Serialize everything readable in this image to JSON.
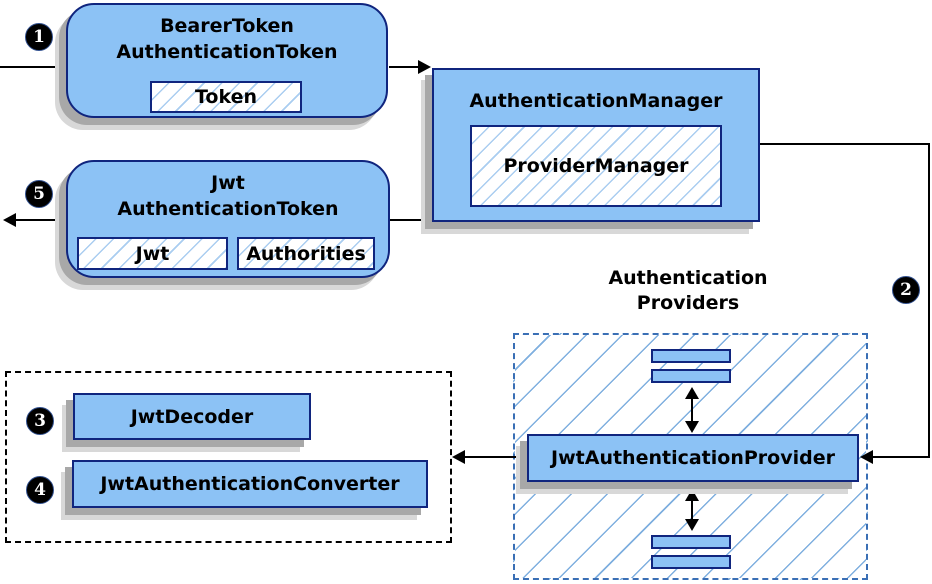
{
  "nodes": {
    "bearer_token": {
      "line1": "BearerToken",
      "line2": "AuthenticationToken",
      "field": "Token"
    },
    "auth_manager": {
      "title": "AuthenticationManager",
      "field": "ProviderManager"
    },
    "jwt_token": {
      "line1": "Jwt",
      "line2": "AuthenticationToken",
      "field1": "Jwt",
      "field2": "Authorities"
    },
    "providers_group": {
      "label_line1": "Authentication",
      "label_line2": "Providers"
    },
    "jwt_provider": {
      "title": "JwtAuthenticationProvider"
    },
    "jwt_decoder": {
      "title": "JwtDecoder"
    },
    "jwt_converter": {
      "title": "JwtAuthenticationConverter"
    }
  },
  "steps": {
    "one": "1",
    "two": "2",
    "three": "3",
    "four": "4",
    "five": "5"
  },
  "colors": {
    "node_fill": "#8cc2f5",
    "node_border": "#10257e",
    "hatch_line": "#aacdf0",
    "container_hatch": "#7fafdf",
    "dashed_blue": "#3a6fb5",
    "shadow_dark": "#a8a8a8",
    "shadow_light": "#d8d8d8"
  }
}
